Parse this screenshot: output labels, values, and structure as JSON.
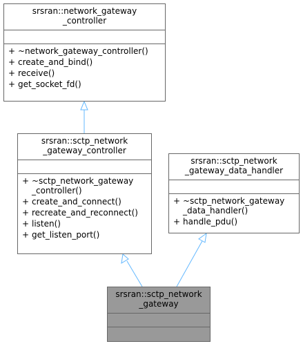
{
  "classes": {
    "network_gateway_controller": {
      "title_lines": [
        "srsran::network_gateway",
        "_controller"
      ],
      "operations": [
        {
          "visibility": "+",
          "lines": [
            "~network_gateway_controller()"
          ]
        },
        {
          "visibility": "+",
          "lines": [
            "create_and_bind()"
          ]
        },
        {
          "visibility": "+",
          "lines": [
            "receive()"
          ]
        },
        {
          "visibility": "+",
          "lines": [
            "get_socket_fd()"
          ]
        }
      ]
    },
    "sctp_network_gateway_controller": {
      "title_lines": [
        "srsran::sctp_network",
        "_gateway_controller"
      ],
      "operations": [
        {
          "visibility": "+",
          "lines": [
            "~sctp_network_gateway",
            "_controller()"
          ]
        },
        {
          "visibility": "+",
          "lines": [
            "create_and_connect()"
          ]
        },
        {
          "visibility": "+",
          "lines": [
            "recreate_and_reconnect()"
          ]
        },
        {
          "visibility": "+",
          "lines": [
            "listen()"
          ]
        },
        {
          "visibility": "+",
          "lines": [
            "get_listen_port()"
          ]
        }
      ]
    },
    "sctp_network_gateway_data_handler": {
      "title_lines": [
        "srsran::sctp_network",
        "_gateway_data_handler"
      ],
      "operations": [
        {
          "visibility": "+",
          "lines": [
            "~sctp_network_gateway",
            "_data_handler()"
          ]
        },
        {
          "visibility": "+",
          "lines": [
            "handle_pdu()"
          ]
        }
      ]
    },
    "sctp_network_gateway": {
      "title_lines": [
        "srsran::sctp_network",
        "_gateway"
      ],
      "operations": []
    }
  },
  "colors": {
    "arrow": "#63b8ff",
    "border": "#666666",
    "highlight_fill": "#999999"
  }
}
